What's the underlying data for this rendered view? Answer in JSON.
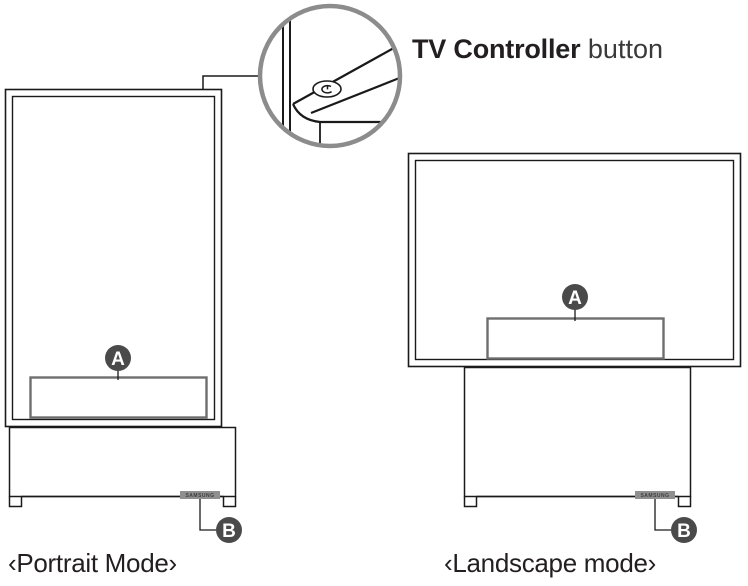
{
  "figure": {
    "title_callout": {
      "strong_text": "TV Controller",
      "light_text": " button"
    },
    "captions": {
      "portrait": "‹Portrait Mode›",
      "landscape": "‹Landscape mode›"
    },
    "markers": {
      "a": "A",
      "b": "B"
    },
    "brand_plate": "SAMSUNG",
    "colors": {
      "background": "#ffffff",
      "outline": "#1a1a1a",
      "detail_circle_stroke": "#8c8c8c",
      "panel_stroke": "#6e6e6e",
      "badge_fill": "#4a4a4a",
      "badge_text": "#ffffff",
      "leader_line": "#1a1a1a",
      "brand_plate_fill": "#8f8f8f",
      "text": "#231f20"
    },
    "detail_view": {
      "icon": "power-button-icon",
      "description_items": [
        "tv-edge-lines",
        "bezel-diagonal",
        "rounded-corner",
        "power-button"
      ]
    }
  }
}
